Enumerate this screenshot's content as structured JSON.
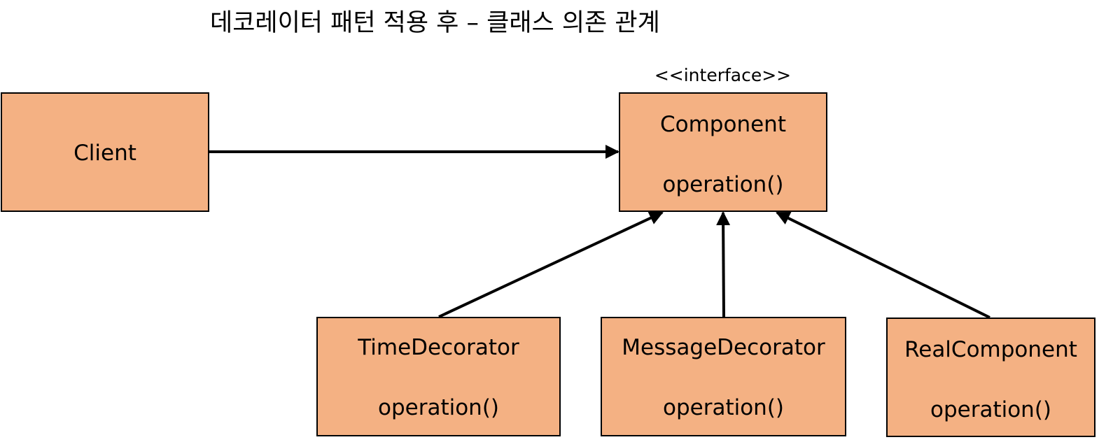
{
  "title": "데코레이터 패턴 적용 후 – 클래스 의존 관계",
  "stereotype": "<<interface>>",
  "classes": {
    "client": {
      "name": "Client"
    },
    "component": {
      "name": "Component",
      "method": "operation()"
    },
    "time_decorator": {
      "name": "TimeDecorator",
      "method": "operation()"
    },
    "message_decorator": {
      "name": "MessageDecorator",
      "method": "operation()"
    },
    "real_component": {
      "name": "RealComponent",
      "method": "operation()"
    }
  },
  "colors": {
    "box_fill": "#f4b183",
    "line": "#000000"
  }
}
